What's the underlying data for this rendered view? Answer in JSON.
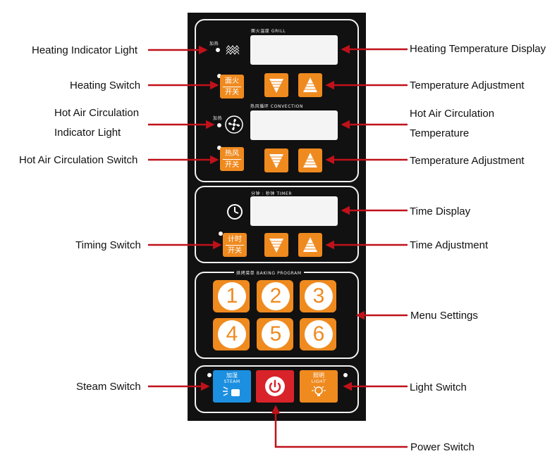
{
  "labels": {
    "heating_indicator_light": "Heating Indicator Light",
    "heating_switch": "Heating Switch",
    "hot_air_indicator_line1": "Hot Air Circulation",
    "hot_air_indicator_line2": "Indicator Light",
    "hot_air_switch": "Hot Air Circulation Switch",
    "timing_switch": "Timing Switch",
    "steam_switch": "Steam Switch",
    "heating_temperature_display": "Heating Temperature Display",
    "temperature_adjustment_1": "Temperature Adjustment",
    "hot_air_temperature_line1": "Hot Air Circulation",
    "hot_air_temperature_line2": "Temperature",
    "temperature_adjustment_2": "Temperature Adjustment",
    "time_display": "Time Display",
    "time_adjustment": "Time Adjustment",
    "menu_settings": "Menu Settings",
    "light_switch": "Light Switch",
    "power_switch": "Power Switch"
  },
  "panel": {
    "grill_caption": "面火温度 GRILL",
    "heating_led_text": "加热",
    "convection_caption": "热风循环 CONVECTION",
    "convection_led_text": "加热",
    "timer_caption": "分钟 : 秒钟 TIMER",
    "baking_caption": "烘烤菜单 BAKING PROGRAM",
    "heating_switch_top": "面火",
    "heating_switch_bottom": "开关",
    "hot_air_switch_top": "热风",
    "hot_air_switch_bottom": "开关",
    "timer_switch_top": "计时",
    "timer_switch_bottom": "开关",
    "program_numbers": [
      "1",
      "2",
      "3",
      "4",
      "5",
      "6"
    ],
    "steam_top": "加湿",
    "steam_bottom": "STEAM",
    "light_top": "照明",
    "light_bottom": "LIGHT"
  },
  "colors": {
    "panel": "#111111",
    "orange": "#ef8a1f",
    "steam_blue": "#1c8fe0",
    "power_red": "#d8232a",
    "arrow_red": "#c0111a"
  }
}
